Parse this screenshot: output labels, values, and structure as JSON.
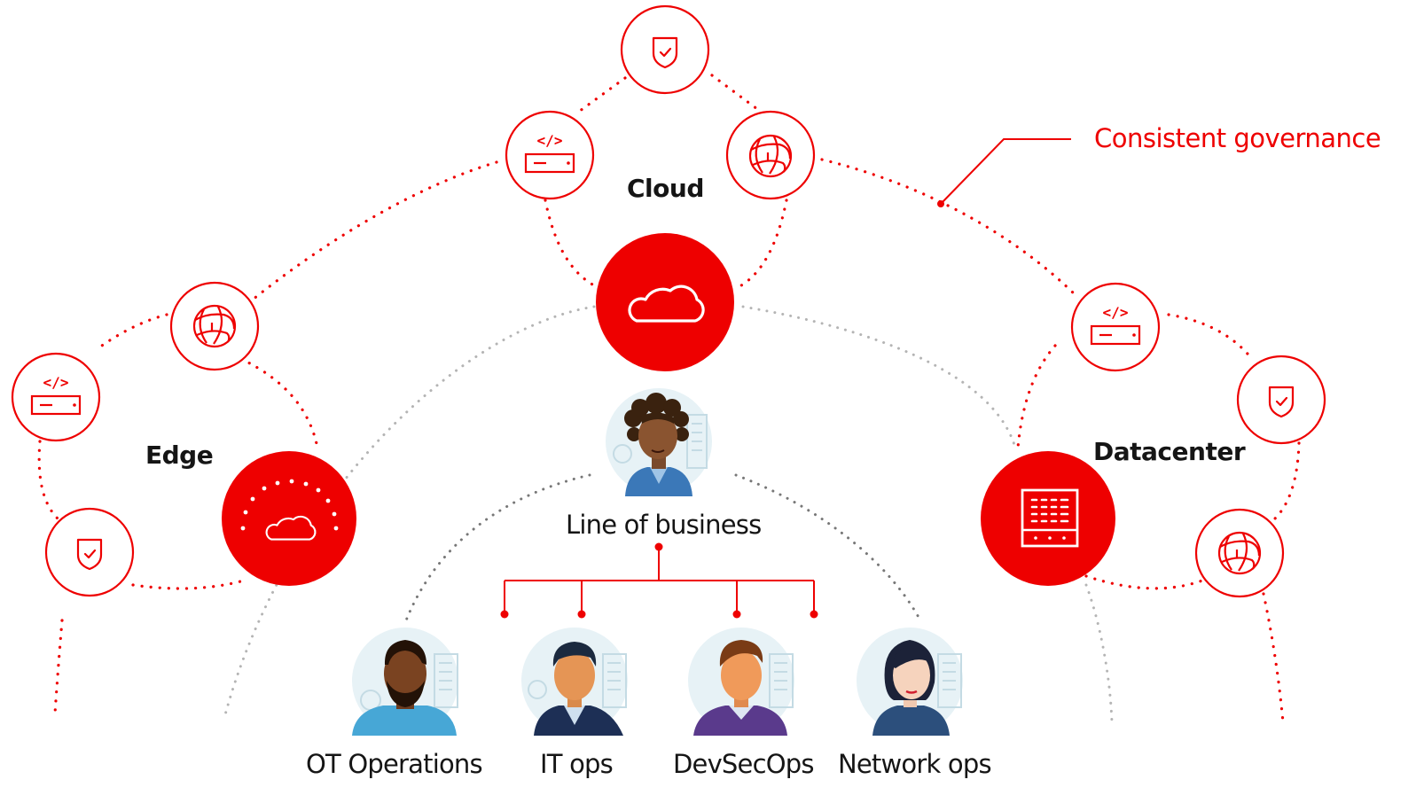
{
  "diagram": {
    "governance_label": "Consistent governance",
    "regions": {
      "cloud": "Cloud",
      "edge": "Edge",
      "datacenter": "Datacenter"
    },
    "center_role": "Line of business",
    "roles": [
      "OT Operations",
      "IT ops",
      "DevSecOps",
      "Network ops"
    ]
  },
  "colors": {
    "accent": "#ee0000",
    "text": "#151515",
    "secondary_dots": "#b4b4b4"
  }
}
